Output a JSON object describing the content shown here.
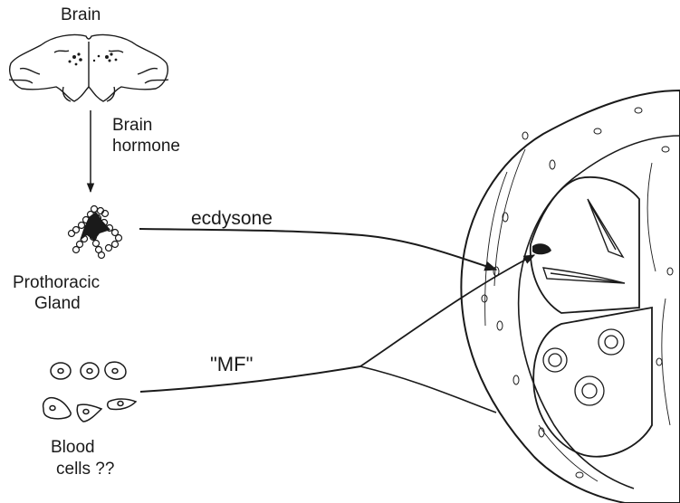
{
  "labels": {
    "brain": "Brain",
    "brain_hormone_1": "Brain",
    "brain_hormone_2": "hormone",
    "ecdysone": "ecdysone",
    "prothoracic_1": "Prothoracic",
    "prothoracic_2": "Gland",
    "mf": "\"MF\"",
    "blood_1": "Blood",
    "blood_2": "cells ??"
  },
  "colors": {
    "ink": "#1a1a1a",
    "background": "#ffffff"
  }
}
